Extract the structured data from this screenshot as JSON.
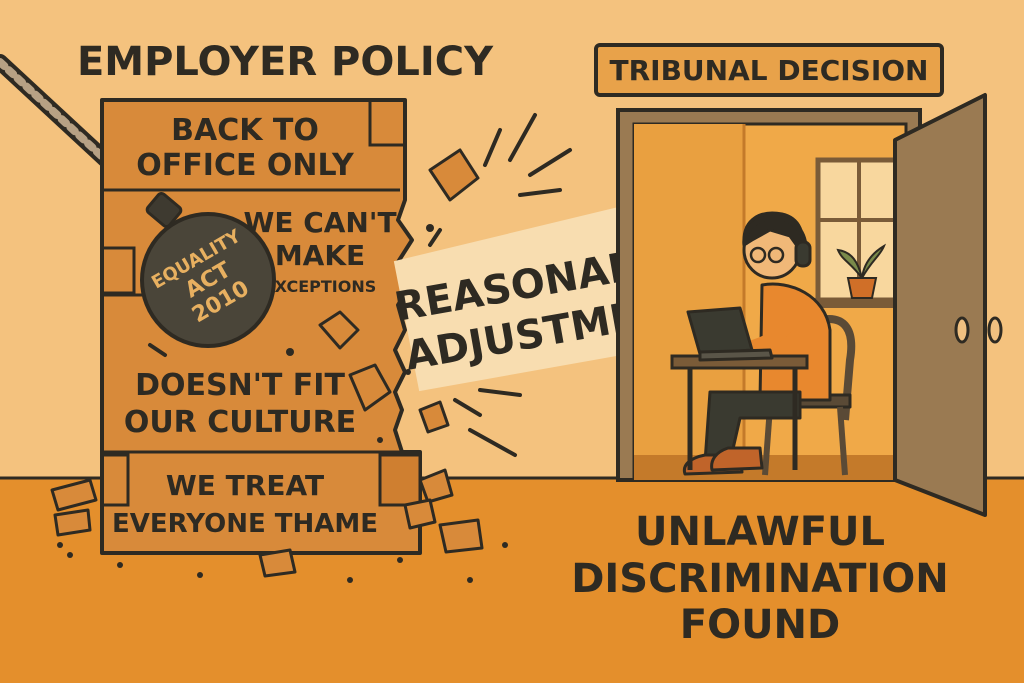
{
  "left_heading": "EMPLOYER POLICY",
  "wall": {
    "line1": "BACK TO",
    "line2": "OFFICE ONLY",
    "line3": "WE CAN'T",
    "line4": "MAKE",
    "line5": "EXCEPTIONS",
    "line6": "DOESN'T FIT",
    "line7": "OUR CULTURE",
    "line8": "WE TREAT",
    "line9": "EVERYONE THAME"
  },
  "wrecking_ball": {
    "line1": "EQUALITY",
    "line2": "ACT",
    "line3": "2010"
  },
  "banner": {
    "line1": "REASONABLE",
    "line2": "ADJUSTMENT"
  },
  "right_heading": "TRIBUNAL DECISION",
  "verdict": {
    "line1": "UNLAWFUL",
    "line2": "DISCRIMINATION",
    "line3": "FOUND"
  },
  "colors": {
    "background": "#f4c27e",
    "floor": "#e48f2c",
    "brick": "#d88a3a",
    "ink": "#2e2a22",
    "banner": "#f8ddb0",
    "door": "#9a7a52"
  }
}
